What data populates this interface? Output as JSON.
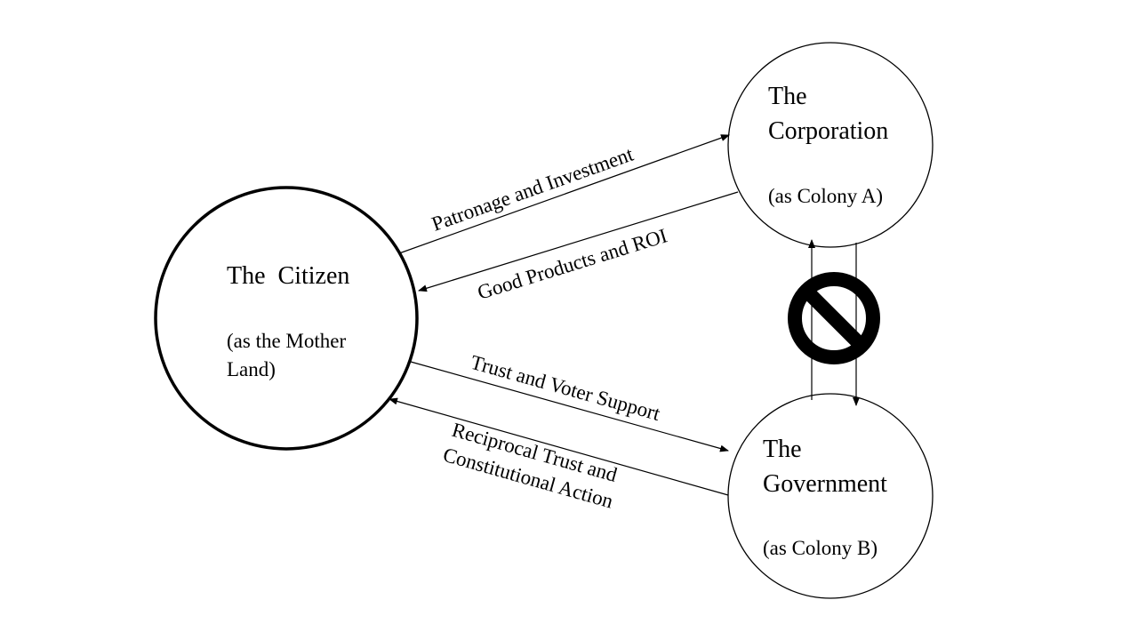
{
  "nodes": {
    "citizen": {
      "title": "The  Citizen",
      "subtitle_line1": "(as the Mother",
      "subtitle_line2": "Land)"
    },
    "corporation": {
      "title_line1": "The",
      "title_line2": "Corporation",
      "subtitle": "(as Colony A)"
    },
    "government": {
      "title_line1": "The",
      "title_line2": "Government",
      "subtitle": "(as Colony B)"
    }
  },
  "edges": {
    "citizen_to_corporation": "Patronage and Investment",
    "corporation_to_citizen": "Good Products and ROI",
    "citizen_to_government": "Trust and Voter Support",
    "government_to_citizen_line1": "Reciprocal Trust and",
    "government_to_citizen_line2": "Constitutional Action"
  },
  "colors": {
    "stroke": "#000000",
    "background": "#ffffff"
  },
  "icons": {
    "blocked_link": "prohibited-icon"
  }
}
